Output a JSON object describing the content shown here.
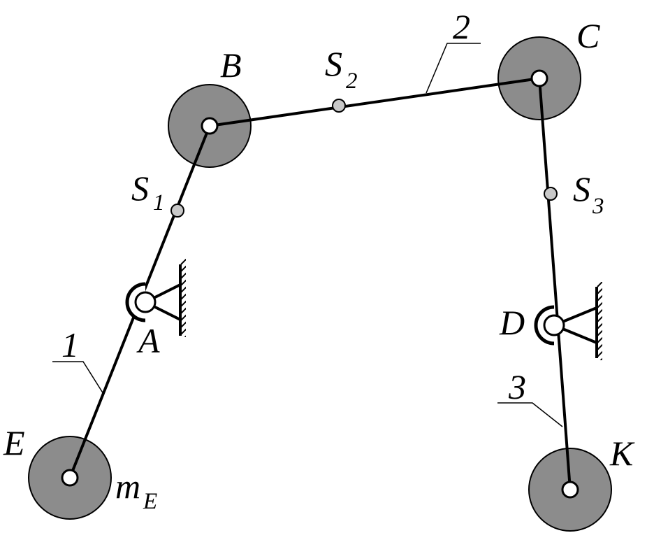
{
  "colors": {
    "mass_fill": "#8c8c8c",
    "center_fill": "#c8c8c8",
    "line": "#000000",
    "background": "#ffffff"
  },
  "labels": {
    "E": "E",
    "m": "m",
    "m_sub": "E",
    "A": "A",
    "B": "B",
    "C": "C",
    "D": "D",
    "K": "K",
    "S": "S",
    "s1_sub": "1",
    "s2_sub": "2",
    "s3_sub": "3",
    "link1": "1",
    "link2": "2",
    "link3": "3"
  }
}
